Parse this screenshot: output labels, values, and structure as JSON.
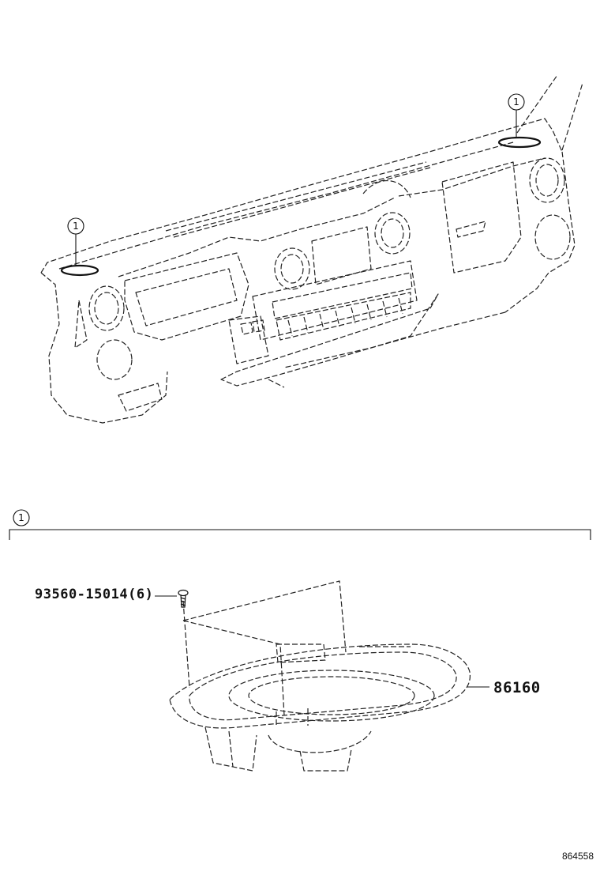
{
  "callouts": [
    {
      "id": "callout-left",
      "number": "1"
    },
    {
      "id": "callout-right",
      "number": "1"
    },
    {
      "id": "callout-detail",
      "number": "1"
    }
  ],
  "parts": {
    "bolt": {
      "part_number": "93560-15014",
      "quantity": "(6)"
    },
    "speaker": {
      "part_number": "86160"
    }
  },
  "diagram_ref": "864558"
}
